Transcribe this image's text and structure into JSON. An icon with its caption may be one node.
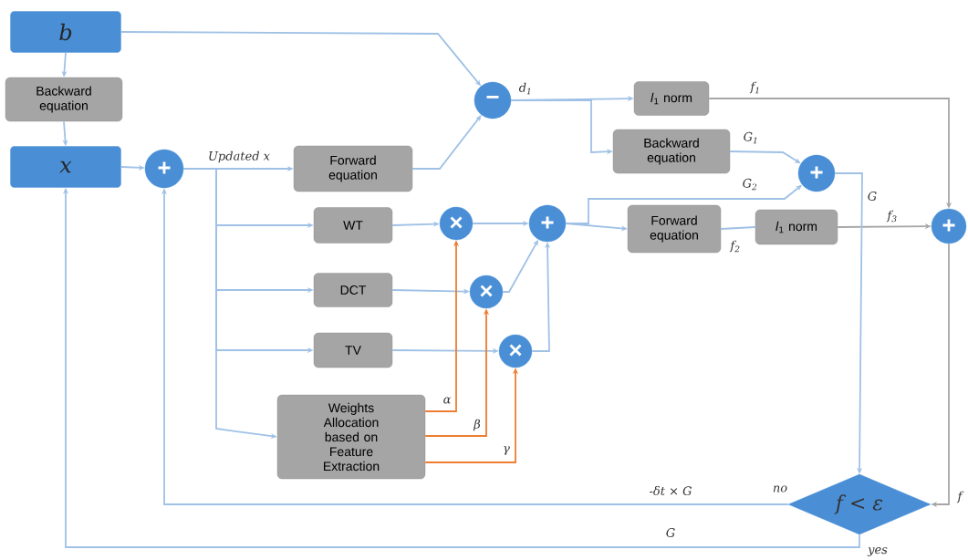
{
  "diagram": {
    "nodes": [
      {
        "text": [
          "b"
        ]
      },
      {
        "text": [
          "Backward equation"
        ]
      },
      {
        "text": [
          "x"
        ]
      },
      {
        "text": [
          "+"
        ]
      },
      {
        "text": [
          "Forward equation"
        ]
      },
      {
        "text": [
          "−"
        ]
      },
      {
        "text": [
          "*l*$_{1}$ norm"
        ]
      },
      {
        "text": [
          "Backward equation"
        ]
      },
      {
        "text": [
          "+"
        ]
      },
      {
        "text": [
          "WT"
        ]
      },
      {
        "text": [
          "×"
        ]
      },
      {
        "text": [
          "+"
        ]
      },
      {
        "text": [
          "Forward equation"
        ]
      },
      {
        "text": [
          "*l*$_{1}$ norm"
        ]
      },
      {
        "text": [
          "+"
        ]
      },
      {
        "text": [
          "DCT"
        ]
      },
      {
        "text": [
          "×"
        ]
      },
      {
        "text": [
          "TV"
        ]
      },
      {
        "text": [
          "×"
        ]
      },
      {
        "text": [
          "Weights Allocation based on Feature Extraction"
        ]
      },
      {
        "text": [
          "f < ε"
        ]
      }
    ],
    "edges": [
      {
        "from": 0,
        "to": 1,
        "arrow": "to"
      },
      {
        "from": 1,
        "to": 2,
        "arrow": "to"
      },
      {
        "from": 2,
        "to": 3,
        "arrow": "to"
      },
      {
        "from": 3,
        "to": 4,
        "arrow": "to",
        "label": "Updated x"
      },
      {
        "from": 0,
        "to": 5,
        "arrow": "to"
      },
      {
        "from": 4,
        "to": 5,
        "arrow": "to"
      },
      {
        "from": 5,
        "to": 6,
        "arrow": "to",
        "label": "d$_{1}$"
      },
      {
        "from": 5,
        "to": 7,
        "arrow": "to"
      },
      {
        "from": 6,
        "to": 14,
        "arrow": "to",
        "label": "f$_{1}$",
        "color": "#a6a6a6"
      },
      {
        "from": 7,
        "to": 8,
        "arrow": "to",
        "label": "G$_{1}$"
      },
      {
        "from": 3,
        "to": 9,
        "arrow": "to"
      },
      {
        "from": 3,
        "to": 15,
        "arrow": "to"
      },
      {
        "from": 3,
        "to": 17,
        "arrow": "to"
      },
      {
        "from": 3,
        "to": 19,
        "arrow": "to"
      },
      {
        "from": 9,
        "to": 10,
        "arrow": "to"
      },
      {
        "from": 15,
        "to": 16,
        "arrow": "to"
      },
      {
        "from": 17,
        "to": 18,
        "arrow": "to"
      },
      {
        "from": 19,
        "to": 10,
        "arrow": "to",
        "label": "α",
        "color": "#ed7d31"
      },
      {
        "from": 19,
        "to": 16,
        "arrow": "to",
        "label": "β",
        "color": "#ed7d31"
      },
      {
        "from": 19,
        "to": 18,
        "arrow": "to",
        "label": "γ",
        "color": "#ed7d31"
      },
      {
        "from": 10,
        "to": 11,
        "arrow": "to"
      },
      {
        "from": 16,
        "to": 11,
        "arrow": "to"
      },
      {
        "from": 18,
        "to": 11,
        "arrow": "to"
      },
      {
        "from": 11,
        "to": 12,
        "arrow": "to"
      },
      {
        "from": 11,
        "to": 8,
        "arrow": "to",
        "label": "G$_{2}$"
      },
      {
        "from": 12,
        "to": 13,
        "arrow": "none",
        "label": "f$_{2}$"
      },
      {
        "from": 13,
        "to": 14,
        "arrow": "to",
        "label": "f$_{3}$",
        "color": "#a6a6a6"
      },
      {
        "from": 8,
        "to": 20,
        "arrow": "to",
        "label": "G"
      },
      {
        "from": 14,
        "to": 20,
        "arrow": "to",
        "label": "f",
        "color": "#a6a6a6"
      },
      {
        "from": 20,
        "to": 3,
        "arrow": "to",
        "label": "-δt × G"
      },
      {
        "from": 20,
        "to": 2,
        "arrow": "to",
        "label": "G"
      }
    ],
    "labels": [
      "no",
      "yes"
    ]
  }
}
